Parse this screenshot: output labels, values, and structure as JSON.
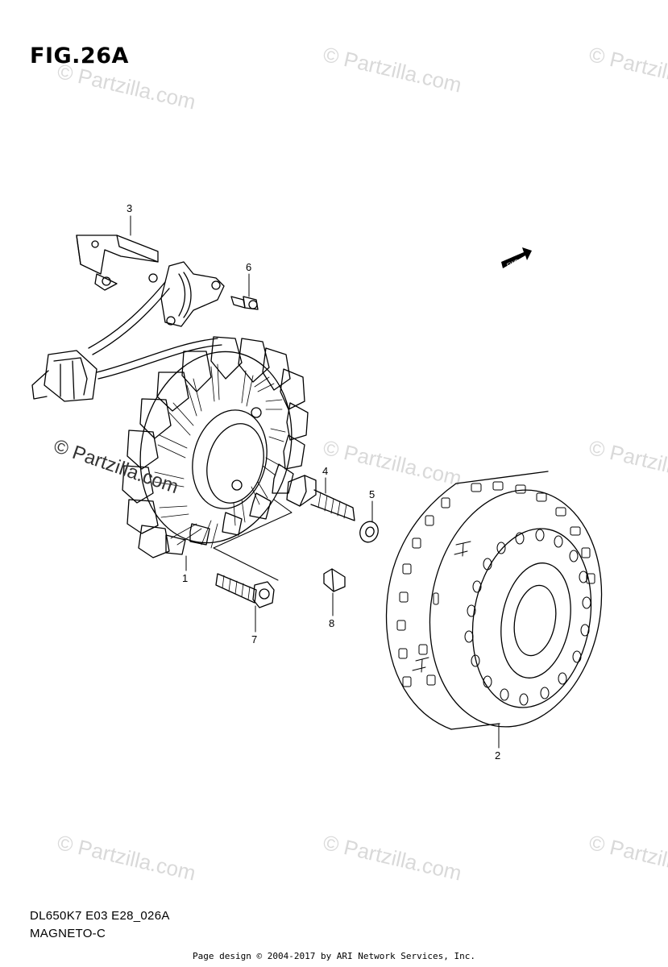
{
  "figure": {
    "title": "FIG.26A",
    "model_code": "DL650K7 E03 E28_026A",
    "section": "MAGNETO-C",
    "fwd_label": "FWD"
  },
  "callouts": {
    "c1": "1",
    "c2": "2",
    "c3": "3",
    "c4": "4",
    "c5": "5",
    "c6": "6",
    "c7": "7",
    "c8": "8"
  },
  "watermarks": {
    "text": "© Partzilla.com"
  },
  "footer": "Page design © 2004-2017 by ARI Network Services, Inc."
}
